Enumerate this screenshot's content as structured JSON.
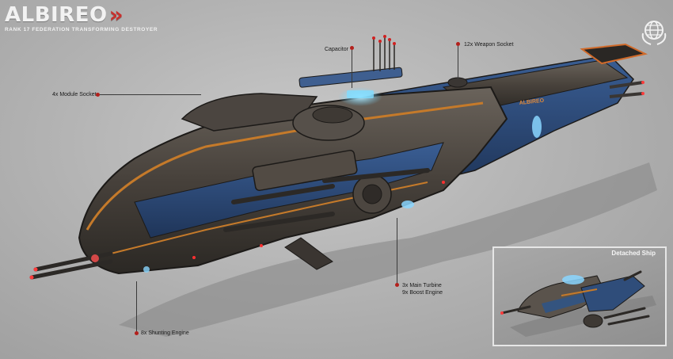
{
  "header": {
    "title": "ALBIREO",
    "chevron": "»",
    "subtitle": "RANK 17 FEDERATION TRANSFORMING DESTROYER"
  },
  "emblem": {
    "icon": "globe-emblem-icon"
  },
  "callouts": {
    "capacitor": "Capacitor",
    "weapon_socket": "12x Weapon Socket",
    "module_socket": "4x Module Socket",
    "turbine_line1": "3x Main Turbine",
    "turbine_line2": "9x Boost Engine",
    "shunting": "8x Shunting Engine"
  },
  "ship_hull_text": "ALBIREO",
  "inset": {
    "label": "Detached Ship"
  },
  "colors": {
    "accent_red": "#b3201c",
    "hull_dark": "#3f3b37",
    "hull_blue": "#2a4a78",
    "trim_orange": "#c57a2a",
    "glow_cyan": "#6fd4ff"
  }
}
